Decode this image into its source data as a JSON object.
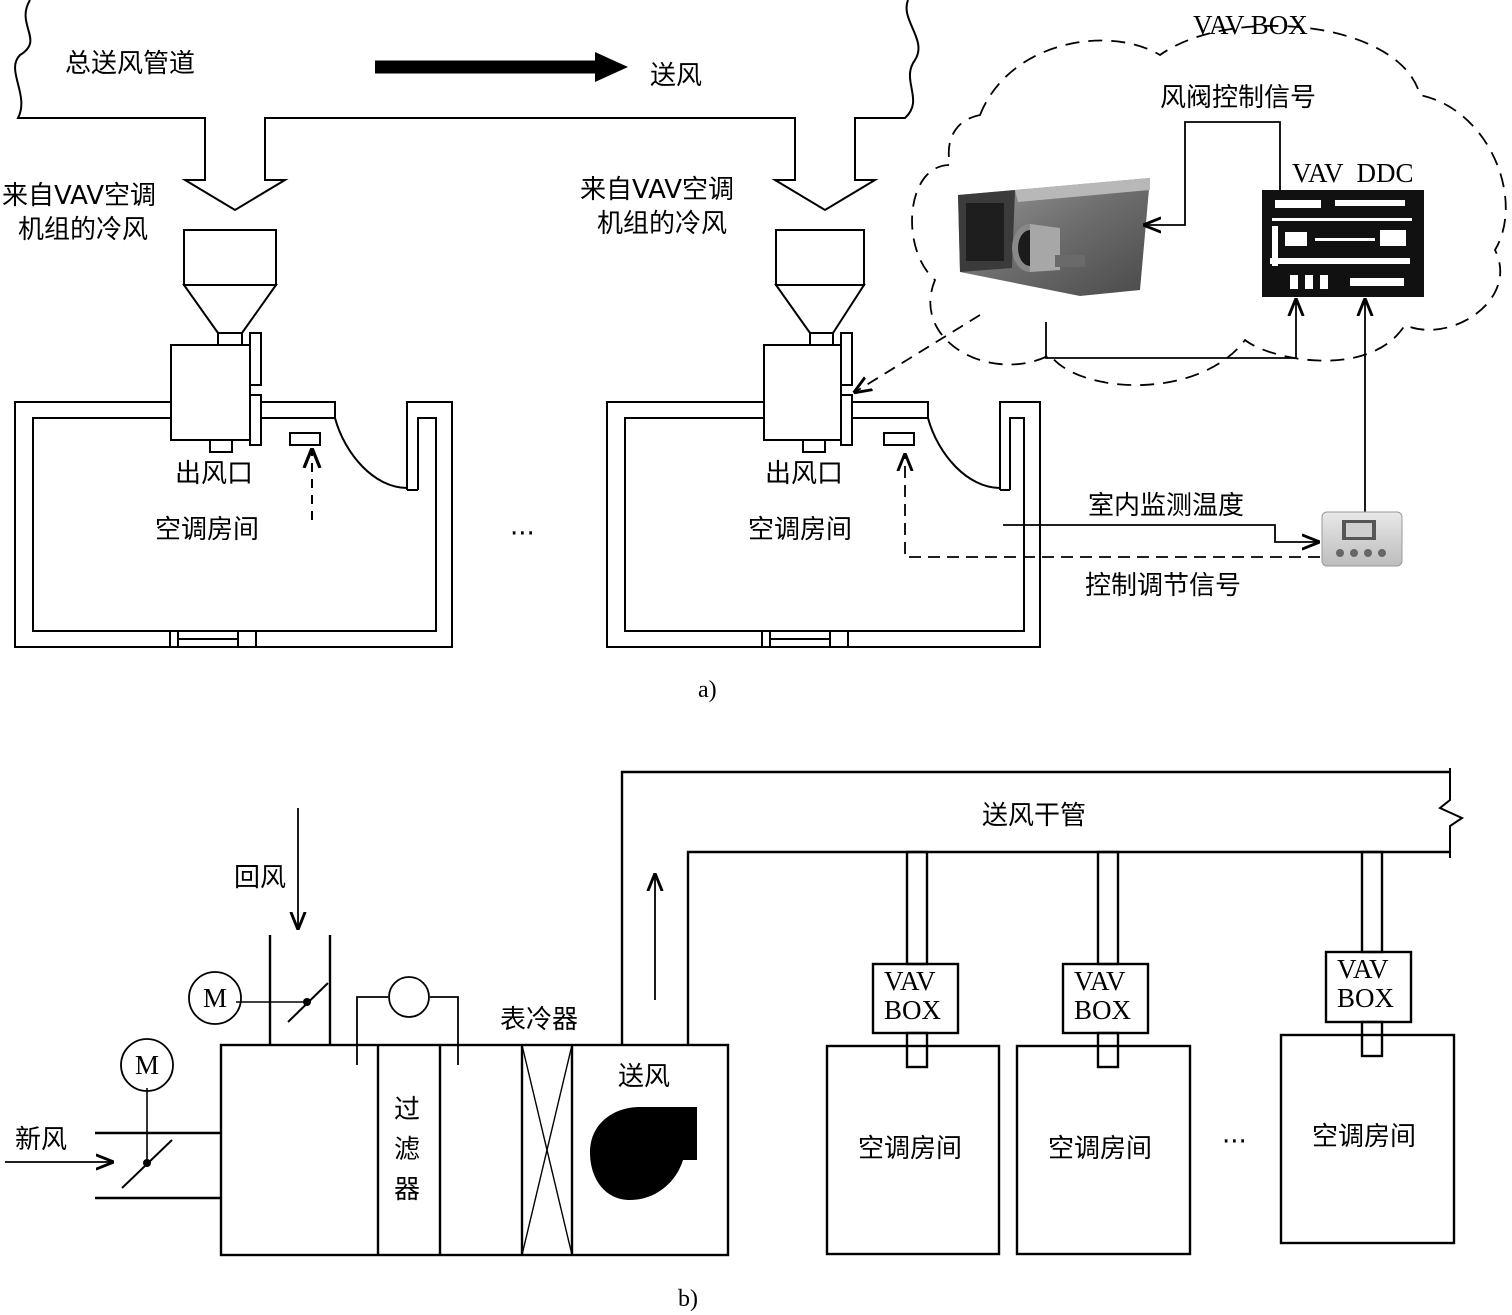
{
  "diagram_a": {
    "caption": "a)",
    "main_duct_label": "总送风管道",
    "supply_arrow_label": "送风",
    "cold_air_line1_left": "来自VAV空调",
    "cold_air_line2_left": "机组的冷风",
    "cold_air_line1_right": "来自VAV空调",
    "cold_air_line2_right": "机组的冷风",
    "outlet_label_left": "出风口",
    "outlet_label_right": "出风口",
    "room_label_left": "空调房间",
    "room_label_right": "空调房间",
    "ellipsis": "···",
    "vav_box_cloud_label": "VAV BOX",
    "damper_signal_label": "风阀控制信号",
    "vav_ddc_label": "VAV  DDC",
    "temp_label": "室内监测温度",
    "control_label": "控制调节信号"
  },
  "diagram_b": {
    "caption": "b)",
    "supply_main_label": "送风干管",
    "return_air_label": "回风",
    "fresh_air_label": "新风",
    "motor_label_1": "M",
    "motor_label_2": "M",
    "filter_label": "过滤器",
    "cooler_label": "表冷器",
    "fan_label": "送风",
    "vav_box_label_1": "VAV BOX",
    "vav_box_label_2": "VAV BOX",
    "vav_box_label_3": "VAV BOX",
    "room_label_1": "空调房间",
    "room_label_2": "空调房间",
    "room_label_3": "空调房间",
    "ellipsis": "···"
  }
}
